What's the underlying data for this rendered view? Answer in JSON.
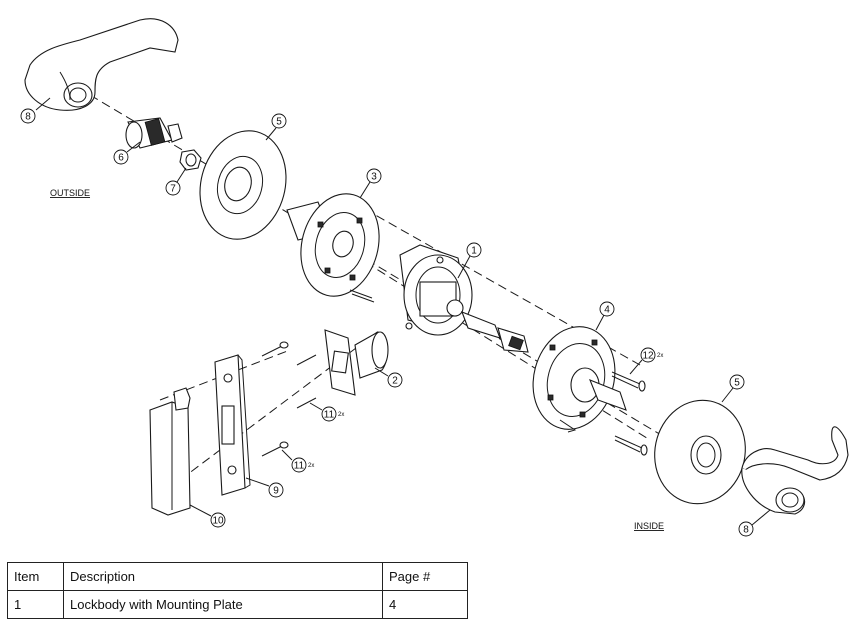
{
  "labels": {
    "outside": "OUTSIDE",
    "inside": "INSIDE"
  },
  "callouts": {
    "c1": "1",
    "c2": "2",
    "c3": "3",
    "c4": "4",
    "c5a": "5",
    "c5b": "5",
    "c6": "6",
    "c7": "7",
    "c8a": "8",
    "c8b": "8",
    "c9": "9",
    "c10": "10",
    "c11a": "11",
    "c11b": "11",
    "c12": "12"
  },
  "multipliers": {
    "m11a": "2x",
    "m11b": "2x",
    "m12": "2x"
  },
  "table": {
    "headers": [
      "Item",
      "Description",
      "Page #"
    ],
    "row1": [
      "1",
      "Lockbody with Mounting Plate",
      "4"
    ]
  }
}
